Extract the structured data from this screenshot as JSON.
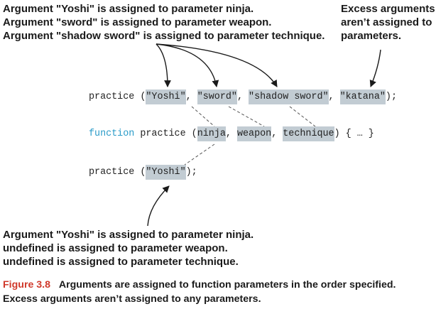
{
  "notes": {
    "top_left": [
      "Argument \"Yoshi\" is assigned to parameter ninja.",
      "Argument \"sword\" is assigned to parameter weapon.",
      "Argument \"shadow sword\" is assigned to parameter technique."
    ],
    "top_right": [
      "Excess arguments",
      "aren’t assigned to",
      "parameters."
    ],
    "bottom": [
      "Argument \"Yoshi\" is assigned to parameter ninja.",
      "undefined is assigned to parameter weapon.",
      "undefined is assigned to parameter technique."
    ]
  },
  "code": {
    "call": {
      "fn": "practice",
      "open": " (",
      "args": [
        "\"Yoshi\"",
        "\"sword\"",
        "\"shadow sword\"",
        "\"katana\""
      ],
      "sep": ", ",
      "close": ");"
    },
    "decl": {
      "keyword": "function",
      "name": " practice ",
      "open": "(",
      "params": [
        "ninja",
        "weapon",
        "technique"
      ],
      "sep": ", ",
      "close": ") { … }"
    },
    "call2": {
      "fn": "practice",
      "open": " (",
      "arg": "\"Yoshi\"",
      "close": ");"
    }
  },
  "caption": {
    "label": "Figure 3.8",
    "text": "Arguments are assigned to function parameters in the order specified. Excess arguments aren’t assigned to any parameters."
  },
  "colors": {
    "highlight": "#c2ccd3",
    "keyword": "#2a9bc8",
    "caption_label": "#d0392b"
  }
}
